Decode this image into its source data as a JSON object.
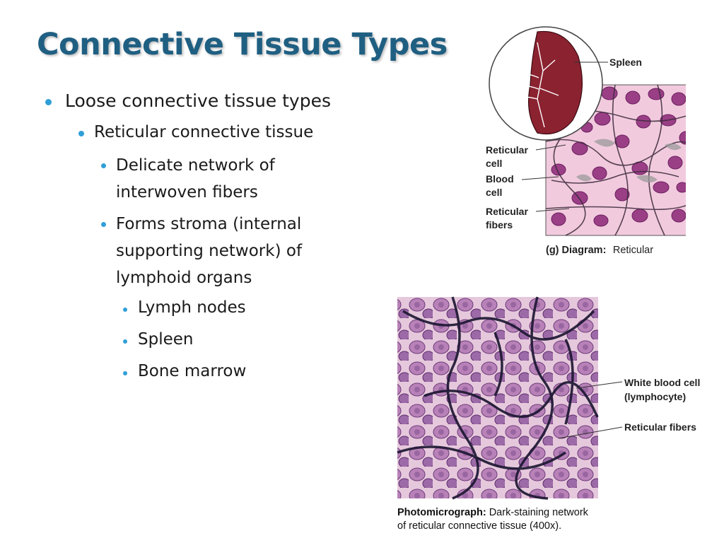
{
  "slide": {
    "title": "Connective Tissue Types",
    "bullets": {
      "l1": "Loose connective tissue types",
      "l2": "Reticular connective tissue",
      "l3a_line1": "Delicate network of",
      "l3a_line2": "interwoven fibers",
      "l3b_line1": "Forms stroma (internal",
      "l3b_line2": "supporting network) of",
      "l3b_line3": "lymphoid organs",
      "l4": [
        "Lymph nodes",
        "Spleen",
        "Bone marrow"
      ]
    }
  },
  "diagram": {
    "labels": {
      "spleen": "Spleen",
      "reticular_cell_1": "Reticular",
      "reticular_cell_2": "cell",
      "blood_cell_1": "Blood",
      "blood_cell_2": "cell",
      "reticular_fibers_1": "Reticular",
      "reticular_fibers_2": "fibers"
    },
    "caption_bold": "(g) Diagram:",
    "caption_text": "Reticular"
  },
  "photo": {
    "labels": {
      "wbc_1": "White blood cell",
      "wbc_2": "(lymphocyte)",
      "fibers": "Reticular fibers"
    },
    "caption_bold": "Photomicrograph:",
    "caption_line1": "Dark-staining network",
    "caption_line2": "of reticular connective tissue (400x)."
  },
  "colors": {
    "title": "#1f5f82",
    "bullet": "#2f9fd8",
    "tissue_bg": "#f0c8dc",
    "cell": "#9a3f86",
    "fiber": "#3a2a3a"
  }
}
